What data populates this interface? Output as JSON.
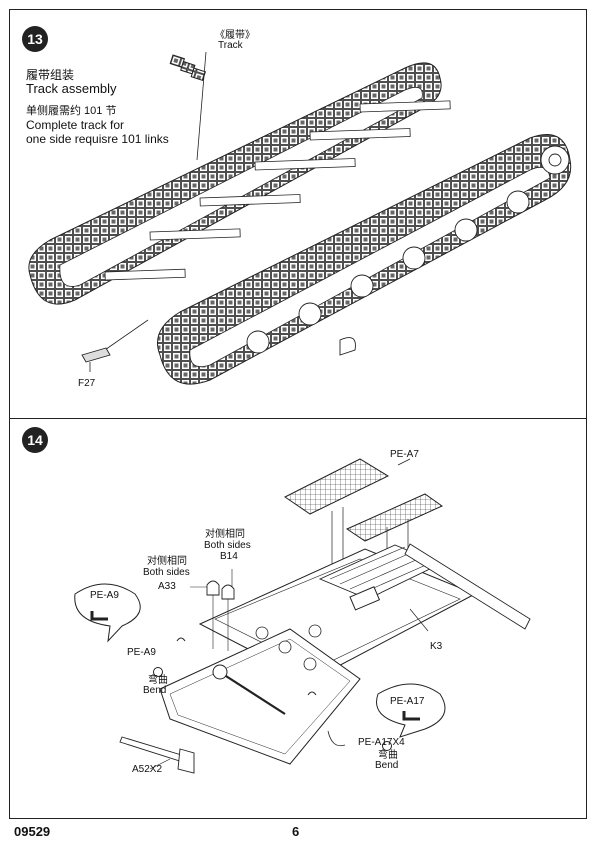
{
  "step13": {
    "number": "13",
    "title_cn": "履带组装",
    "title_en": "Track assembly",
    "note_cn": "单侧履需约 101 节",
    "note_en_1": "Complete track for",
    "note_en_2": "one side requisre 101 links",
    "track_label_cn": "《履带》",
    "track_label_en": "Track",
    "part_f27": "F27"
  },
  "step14": {
    "number": "14",
    "pe_a7": "PE-A7",
    "k3": "K3",
    "both_sides_cn_1": "对侧相同",
    "both_sides_en_1": "Both sides",
    "b14": "B14",
    "both_sides_cn_2": "对侧相同",
    "both_sides_en_2": "Both sides",
    "a33": "A33",
    "pe_a9_bubble": "PE-A9",
    "pe_a9": "PE-A9",
    "bend_cn_1": "弯曲",
    "bend_en_1": "Bend",
    "pe_a17_bubble": "PE-A17",
    "pe_a17x4": "PE-A17X4",
    "bend_cn_2": "弯曲",
    "bend_en_2": "Bend",
    "a52x2": "A52X2"
  },
  "footer": {
    "code": "09529",
    "page": "6"
  }
}
